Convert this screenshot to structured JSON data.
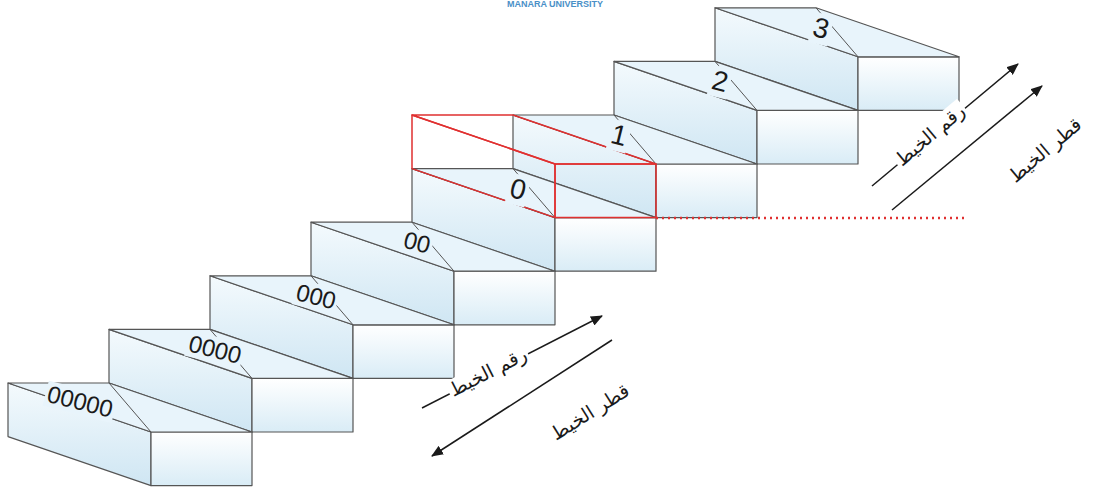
{
  "diagram": {
    "labels": [
      "MANARA UNIVERSITY",
      "3",
      "2",
      "1",
      "0",
      "00",
      "000",
      "0000",
      "00000",
      "رقم الخيط",
      "قطر الخيط",
      "رقم الخيط",
      "قطر الخيط"
    ]
  }
}
